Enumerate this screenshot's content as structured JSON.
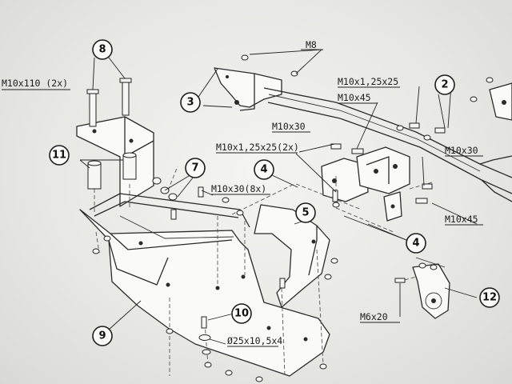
{
  "callouts": {
    "c2": "2",
    "c3": "3",
    "c4a": "4",
    "c4b": "4",
    "c5": "5",
    "c7": "7",
    "c8": "8",
    "c9": "9",
    "c10": "10",
    "c11": "11",
    "c12": "12"
  },
  "specs": {
    "m10x110": "M10x110 (2x)",
    "m8": "M8",
    "m10x1_25x25_top": "M10x1,25x25",
    "m10x45_top": "M10x45",
    "m10x30_mid": "M10x30",
    "m10x1_25x25_2x": "M10x1,25x25(2x)",
    "m10x30_right": "M10x30",
    "m10x30_8x": "M10x30(8x)",
    "m10x45_right": "M10x45",
    "m6x20": "M6x20",
    "washer": "Ø25x10,5x4"
  }
}
